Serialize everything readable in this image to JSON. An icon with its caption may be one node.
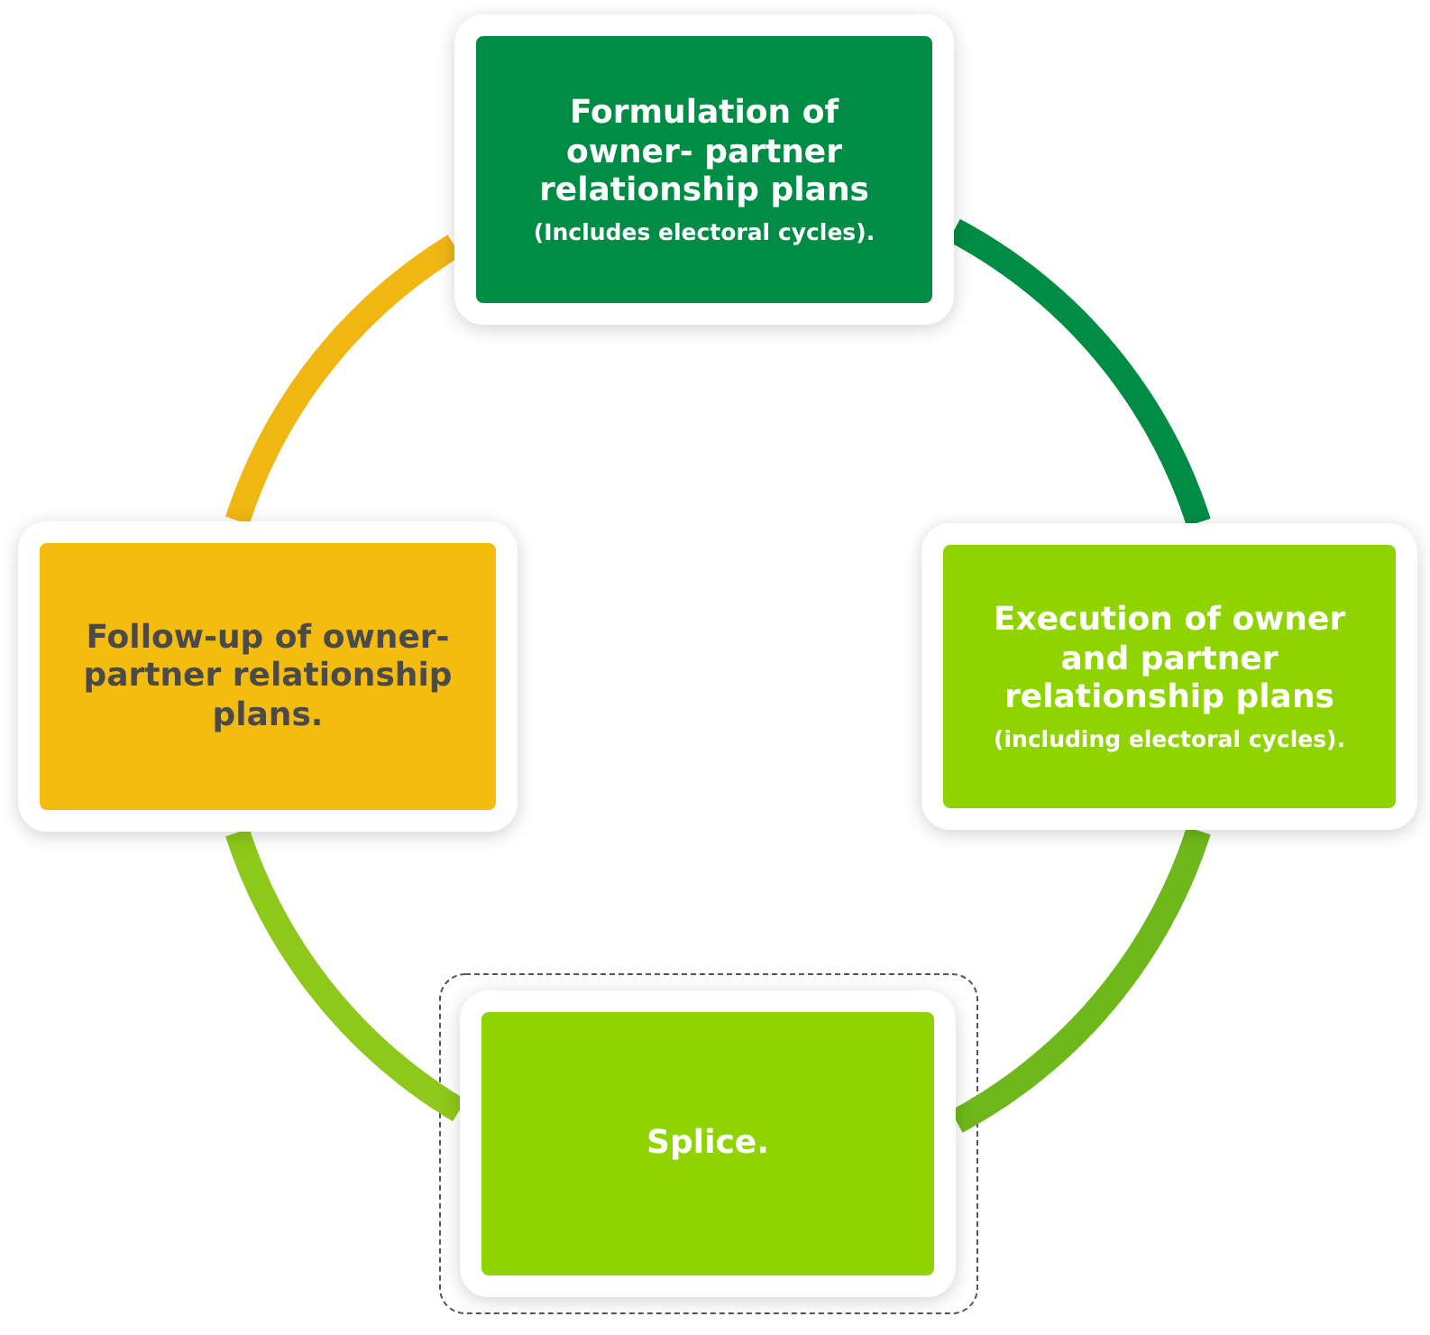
{
  "diagram": {
    "nodes": [
      {
        "text": [
          "Formulation of owner- partner relationship plans",
          "(Includes electoral cycles)."
        ]
      },
      {
        "text": [
          "Execution of owner and partner relationship plans",
          "(including electoral cycles)."
        ]
      },
      {
        "text": [
          "Splice."
        ]
      },
      {
        "text": [
          "Follow-up of owner-partner relationship plans."
        ]
      }
    ],
    "edges": [
      {
        "from": 0,
        "to": 1,
        "arrow": "none",
        "color": "#008c45"
      },
      {
        "from": 1,
        "to": 2,
        "arrow": "none",
        "color": "#6fb81c"
      },
      {
        "from": 2,
        "to": 3,
        "arrow": "none",
        "color": "#8ec81a"
      },
      {
        "from": 3,
        "to": 0,
        "arrow": "none",
        "color": "#f0b612"
      }
    ]
  }
}
